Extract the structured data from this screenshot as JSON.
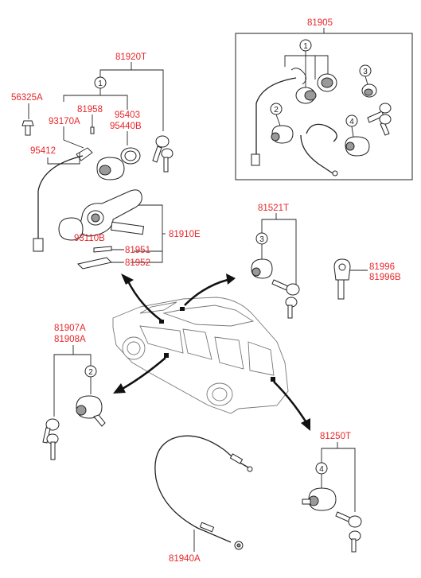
{
  "labels": {
    "p81905": "81905",
    "p81920T": "81920T",
    "p56325A": "56325A",
    "p81958": "81958",
    "p93170A": "93170A",
    "p95403": "95403",
    "p95440B": "95440B",
    "p95412": "95412",
    "p93110B": "93110B",
    "p81910E": "81910E",
    "p81951": "81951",
    "p81952": "81952",
    "p81521T": "81521T",
    "p81996": "81996",
    "p81996B": "81996B",
    "p81907A": "81907A",
    "p81908A": "81908A",
    "p81250T": "81250T",
    "p81940A": "81940A"
  },
  "callouts": {
    "c1a": "1",
    "c1b": "1",
    "c2a": "2",
    "c2b": "2",
    "c3a": "3",
    "c3b": "3",
    "c4a": "4",
    "c4b": "4"
  },
  "colors": {
    "label": "#e8262a",
    "line": "#222222",
    "car_outline": "#777777"
  }
}
